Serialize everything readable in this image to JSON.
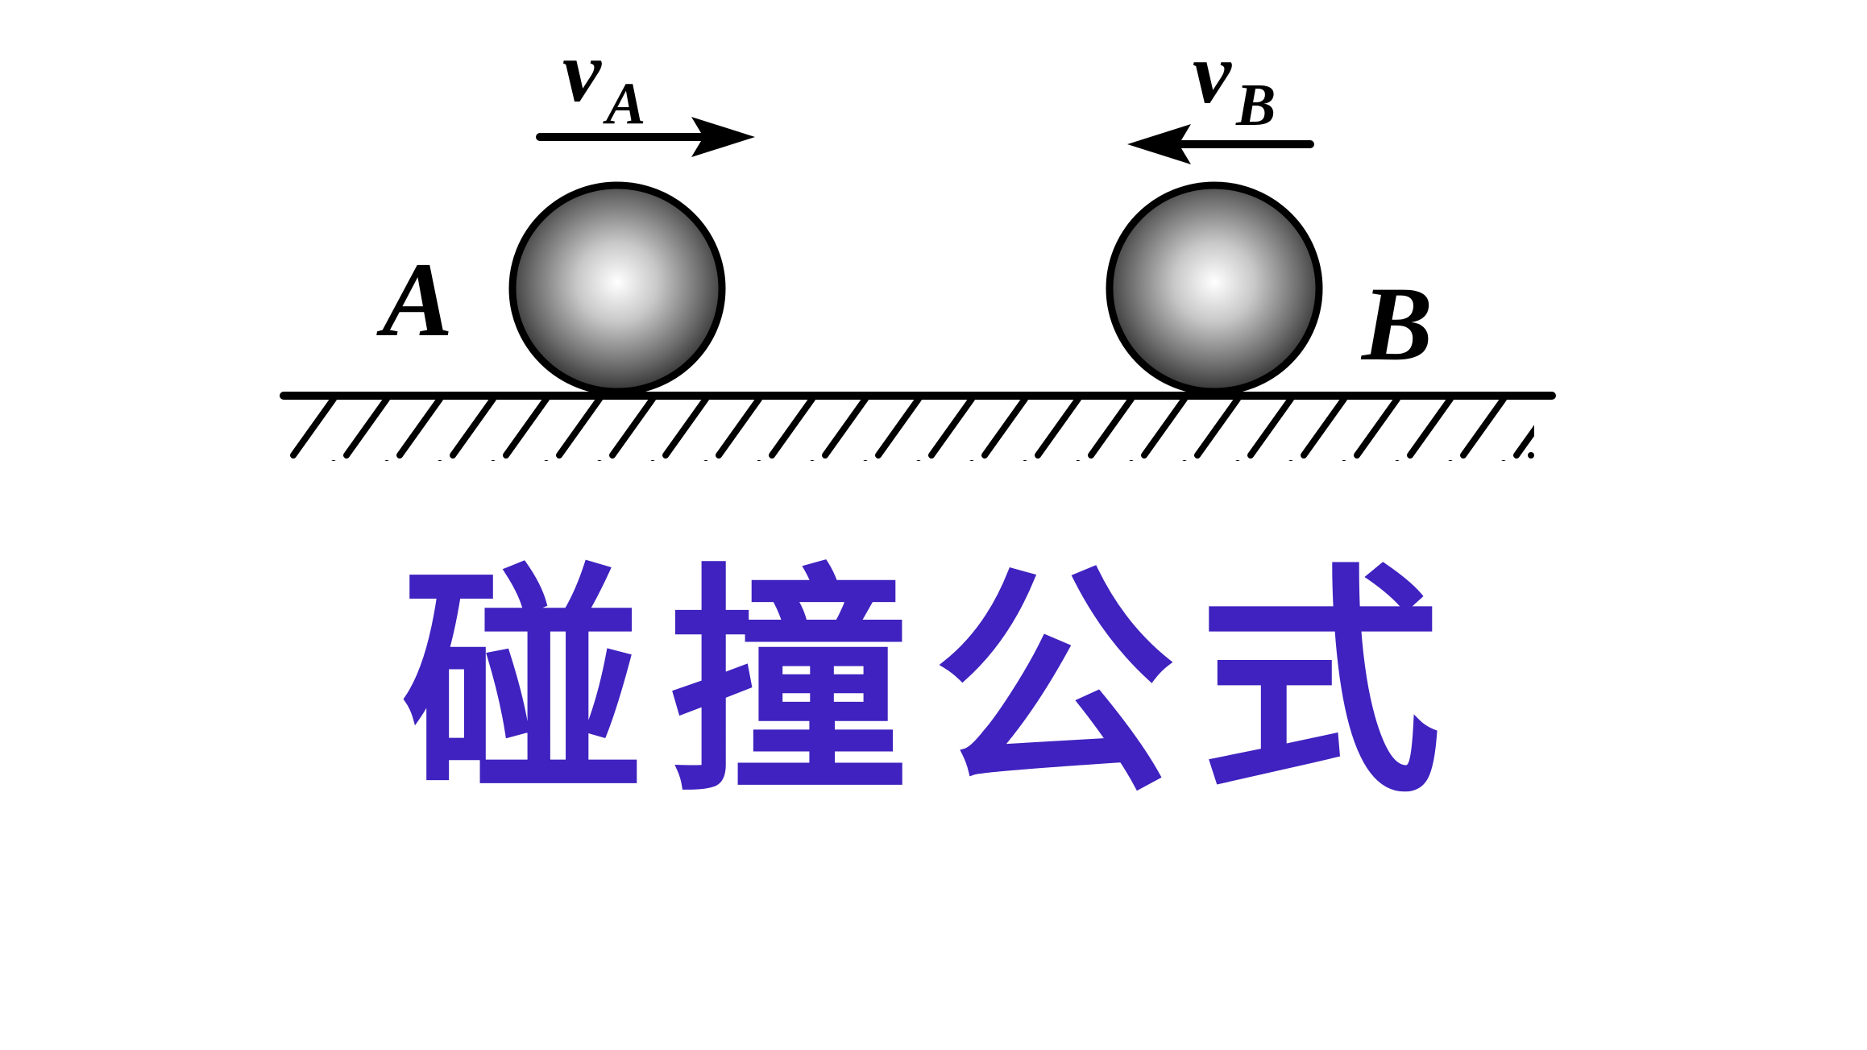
{
  "diagram": {
    "ball_a": {
      "label": "A",
      "velocity_symbol": "v",
      "velocity_subscript": "A",
      "velocity_direction": "right"
    },
    "ball_b": {
      "label": "B",
      "velocity_symbol": "v",
      "velocity_subscript": "B",
      "velocity_direction": "left"
    },
    "surface": "horizontal ground with hatching"
  },
  "title": {
    "text": "碰撞公式",
    "color": "#3f22bf"
  }
}
